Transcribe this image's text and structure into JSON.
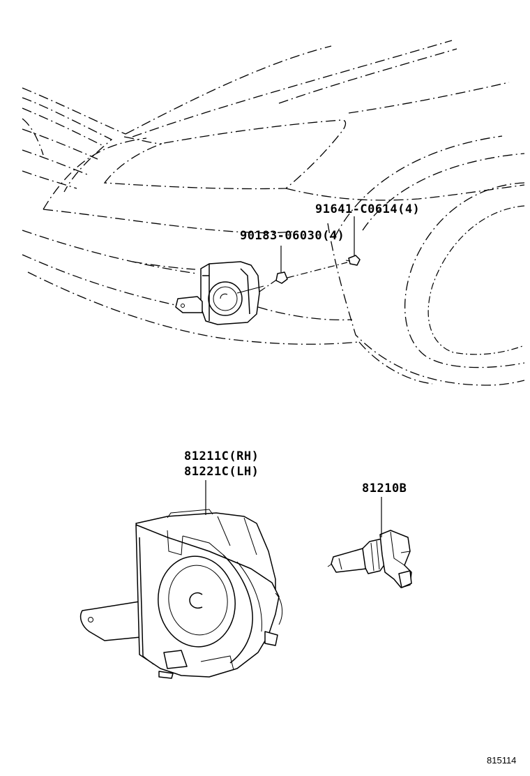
{
  "parts": {
    "clip": "91641-C0614(4)",
    "nut": "90183-06030(4)",
    "lamp_rh": "81211C(RH)",
    "lamp_lh": "81221C(LH)",
    "bulb": "81210B"
  },
  "diagram_code": "815114"
}
